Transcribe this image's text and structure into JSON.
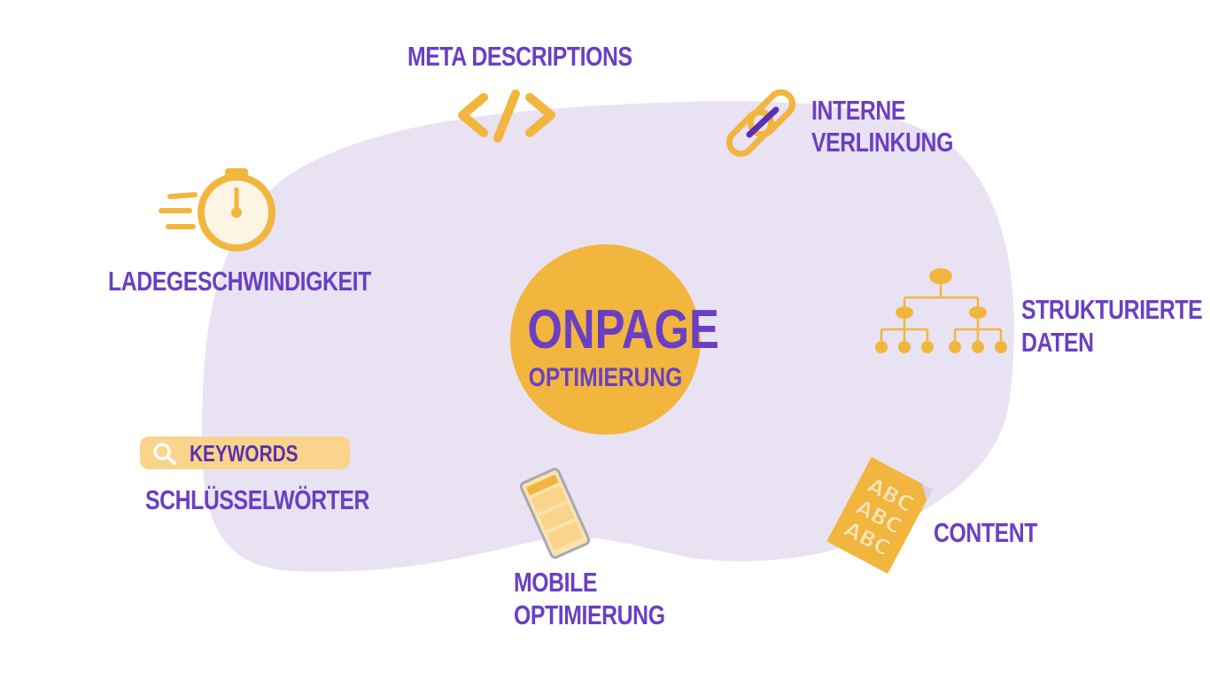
{
  "center": {
    "title": "ONPAGE",
    "subtitle": "OPTIMIERUNG"
  },
  "nodes": {
    "meta": {
      "label": "META DESCRIPTIONS"
    },
    "links": {
      "line1": "INTERNE",
      "line2": "VERLINKUNG"
    },
    "speed": {
      "label": "LADEGESCHWINDIGKEIT"
    },
    "structured": {
      "line1": "STRUKTURIERTE",
      "line2": "DATEN"
    },
    "keywords": {
      "badge": "KEYWORDS",
      "label": "SCHLÜSSELWÖRTER"
    },
    "mobile": {
      "line1": "MOBILE",
      "line2": "OPTIMIERUNG"
    },
    "content": {
      "label": "CONTENT",
      "doc_text": "ABC"
    }
  },
  "colors": {
    "blob": "#e8e2f3",
    "accent": "#f2b63e",
    "label": "#6a3fc4",
    "keyword_bar": "#f9d48a"
  },
  "icons": {
    "meta": "code-brackets-icon",
    "links": "chain-link-icon",
    "speed": "stopwatch-icon",
    "structured": "hierarchy-tree-icon",
    "keywords": "search-icon",
    "mobile": "smartphone-icon",
    "content": "document-icon"
  }
}
